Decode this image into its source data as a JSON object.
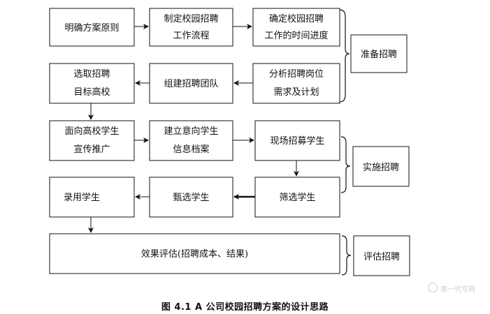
{
  "nodes": {
    "n1": [
      "明确方案原则"
    ],
    "n2": [
      "制定校园招聘",
      "工作流程"
    ],
    "n3": [
      "确定校园招聘",
      "工作的时间进度"
    ],
    "n4": [
      "分析招聘岗位",
      "需求及计划"
    ],
    "n5": [
      "组建招聘团队"
    ],
    "n6": [
      "选取招聘",
      "目标高校"
    ],
    "n7": [
      "面向高校学生",
      "宣传推广"
    ],
    "n8": [
      "建立意向学生",
      "信息档案"
    ],
    "n9": [
      "现场招募学生"
    ],
    "n10": [
      "筛选学生"
    ],
    "n11": [
      "甄选学生"
    ],
    "n12": [
      "录用学生"
    ],
    "n13": [
      "效果评估(招聘成本、结果)"
    ]
  },
  "phases": {
    "prepare": "准备招聘",
    "implement": "实施招聘",
    "evaluate": "评估招聘"
  },
  "caption": "图 4.1  A 公司校园招聘方案的设计思路",
  "watermark": "第一代写网"
}
